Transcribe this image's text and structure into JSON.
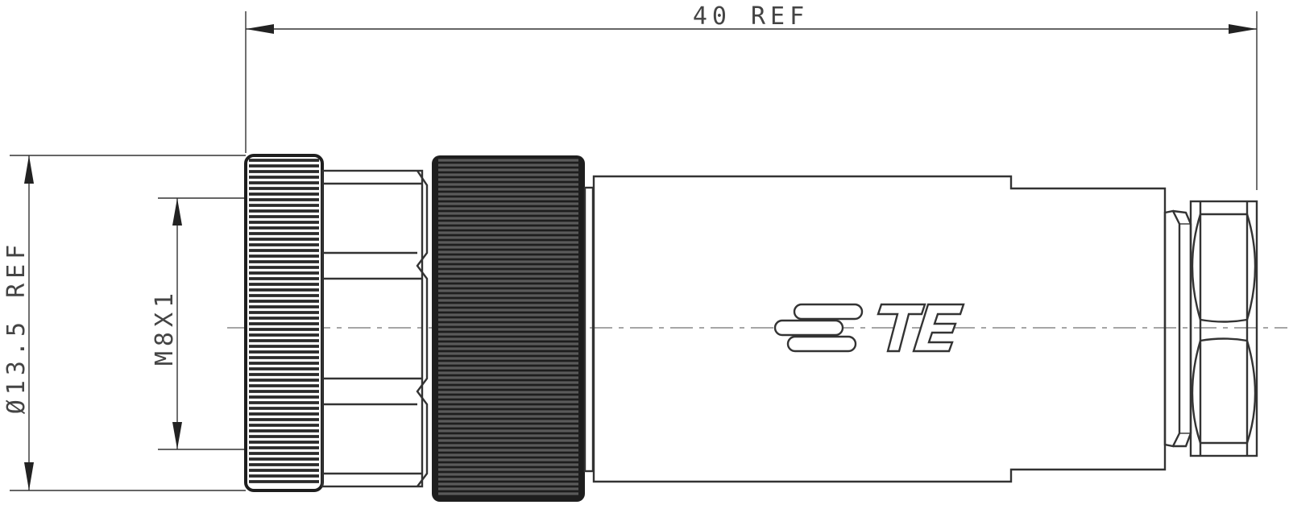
{
  "dimensions": {
    "length": "40 REF",
    "diameter": "Ø13.5 REF",
    "thread": "M8X1"
  },
  "logo": {
    "text": "TE"
  },
  "colors": {
    "ink": "#333333",
    "knurl_dark": "#1e1e1e",
    "centerline": "#888888"
  }
}
